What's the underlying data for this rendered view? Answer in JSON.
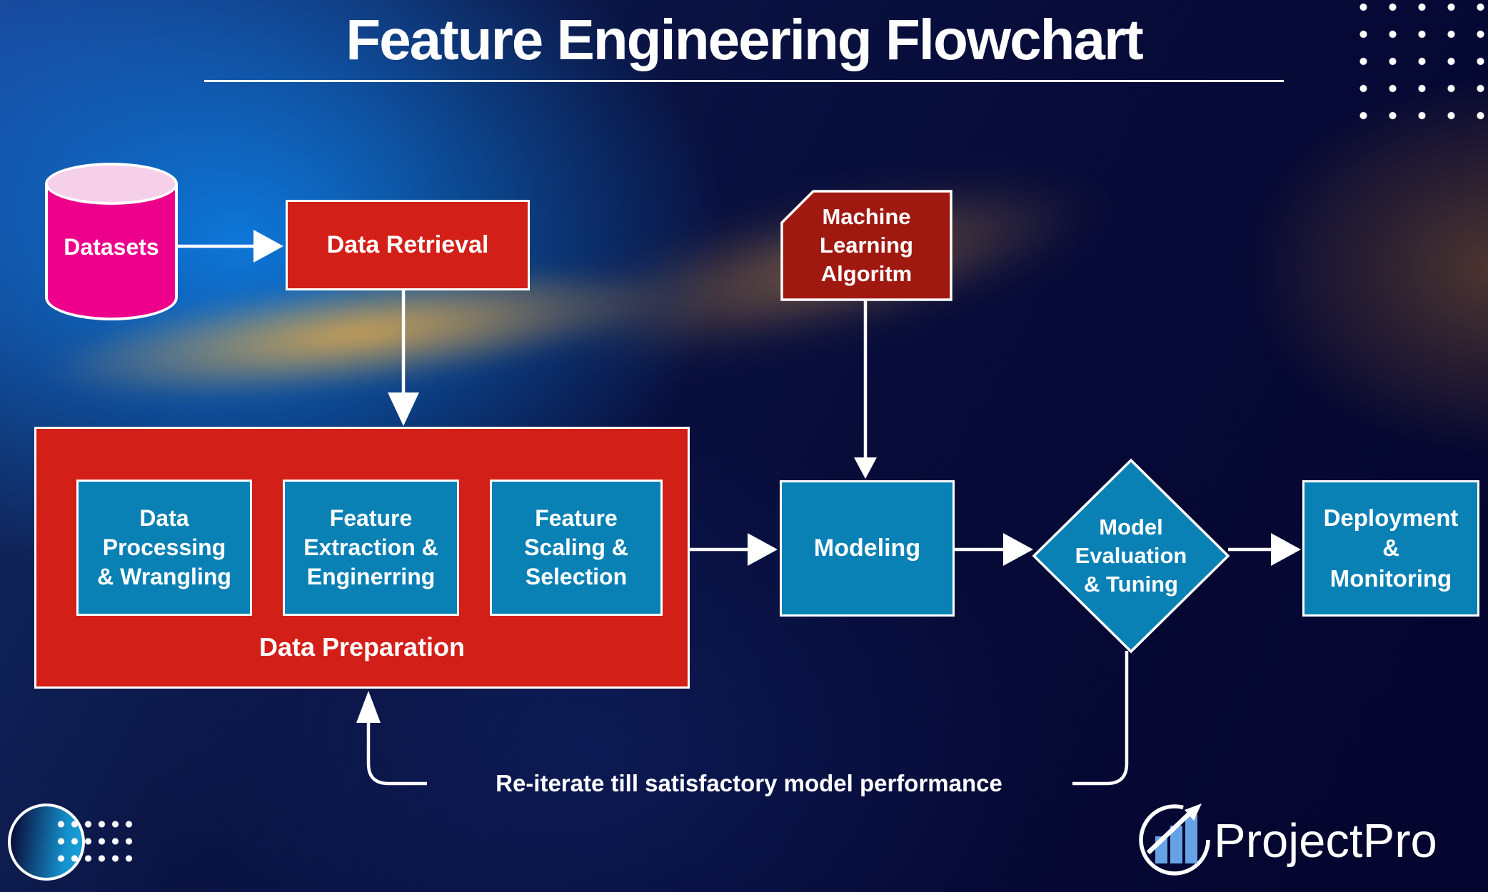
{
  "title": {
    "text": "Feature Engineering Flowchart"
  },
  "nodes": {
    "datasets": {
      "label": "Datasets",
      "shape": "cylinder",
      "color": "#EC008C"
    },
    "data_retrieval": {
      "label": "Data Retrieval",
      "shape": "rectangle",
      "color": "#D21F18"
    },
    "ml_algorithm": {
      "line1": "Machine",
      "line2": "Learning",
      "line3": "Algoritm",
      "shape": "clipped-rectangle",
      "color": "#A01911"
    },
    "data_preparation": {
      "label": "Data Preparation",
      "shape": "container-rectangle",
      "color": "#D21F18"
    },
    "prep_processing": {
      "line1": "Data",
      "line2": "Processing",
      "line3": "& Wrangling",
      "shape": "rectangle",
      "color": "#0A81B5"
    },
    "prep_extraction": {
      "line1": "Feature",
      "line2": "Extraction &",
      "line3": "Enginerring",
      "shape": "rectangle",
      "color": "#0A81B5"
    },
    "prep_scaling": {
      "line1": "Feature",
      "line2": "Scaling &",
      "line3": "Selection",
      "shape": "rectangle",
      "color": "#0A81B5"
    },
    "modeling": {
      "label": "Modeling",
      "shape": "rectangle",
      "color": "#0A81B5"
    },
    "evaluation": {
      "line1": "Model",
      "line2": "Evaluation",
      "line3": "& Tuning",
      "shape": "diamond",
      "color": "#0A81B5"
    },
    "deployment": {
      "line1": "Deployment",
      "line2": "&",
      "line3": "Monitoring",
      "shape": "rectangle",
      "color": "#0A81B5"
    }
  },
  "edges": [
    {
      "from": "datasets",
      "to": "data_retrieval"
    },
    {
      "from": "data_retrieval",
      "to": "data_preparation"
    },
    {
      "from": "ml_algorithm",
      "to": "modeling"
    },
    {
      "from": "data_preparation",
      "to": "modeling"
    },
    {
      "from": "modeling",
      "to": "evaluation"
    },
    {
      "from": "evaluation",
      "to": "deployment"
    },
    {
      "from": "evaluation",
      "to": "data_preparation",
      "label": "Re-iterate till satisfactory model performance"
    }
  ],
  "feedback": {
    "label": "Re-iterate till satisfactory model performance"
  },
  "branding": {
    "name": "ProjectPro"
  },
  "colors": {
    "red": "#D21F18",
    "dark_red": "#A01911",
    "blue": "#0A81B5",
    "magenta": "#EC008C",
    "pink_cylinder_top": "#F6CFE9",
    "background_navy": "#070B38",
    "glow_blue": "#0D7EE2",
    "accent_orange": "#F4B042",
    "logo_bar_blue": "#66A3E6",
    "line_white": "#FFFFFF"
  }
}
